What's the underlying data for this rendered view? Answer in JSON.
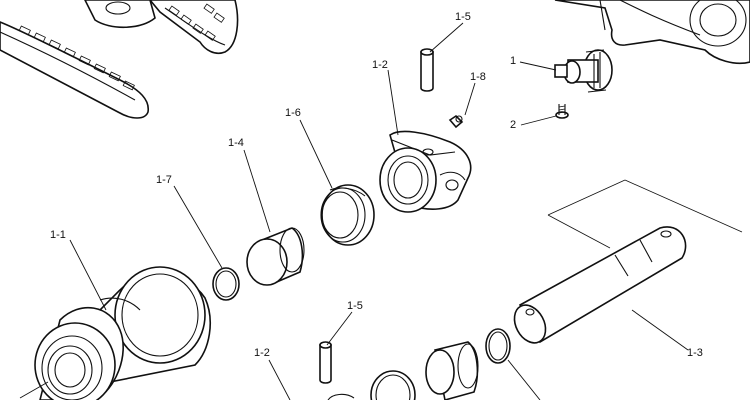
{
  "callouts": {
    "c_1_1": "1-1",
    "c_1_2_top": "1-2",
    "c_1_2_bottom": "1-2",
    "c_1_3": "1-3",
    "c_1_4": "1-4",
    "c_1_5_top": "1-5",
    "c_1_5_bottom": "1-5",
    "c_1_6": "1-6",
    "c_1_7": "1-7",
    "c_1_8": "1-8",
    "c_1": "1",
    "c_2": "2"
  }
}
